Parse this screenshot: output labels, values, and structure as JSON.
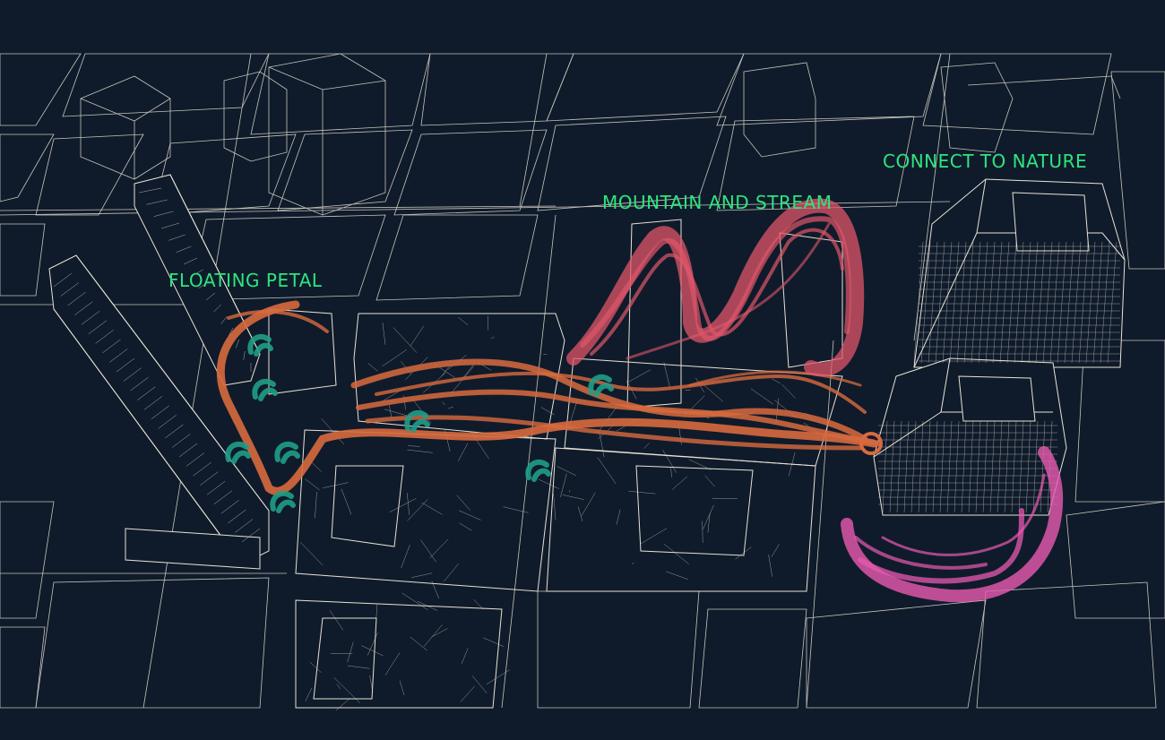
{
  "labels": {
    "connect_to_nature": "CONNECT TO NATURE",
    "mountain_and_stream": "MOUNTAIN AND STREAM",
    "floating_petal": "FLOATING PETAL"
  },
  "colors": {
    "background": "#0f1b2b",
    "linework": "#e9e2d3",
    "label_green": "#2ee57e",
    "stream_orange": "#d86a3e",
    "mountain_red": "#e0566a",
    "nature_pink": "#e85ab0",
    "petal_teal": "#1f9e87"
  }
}
